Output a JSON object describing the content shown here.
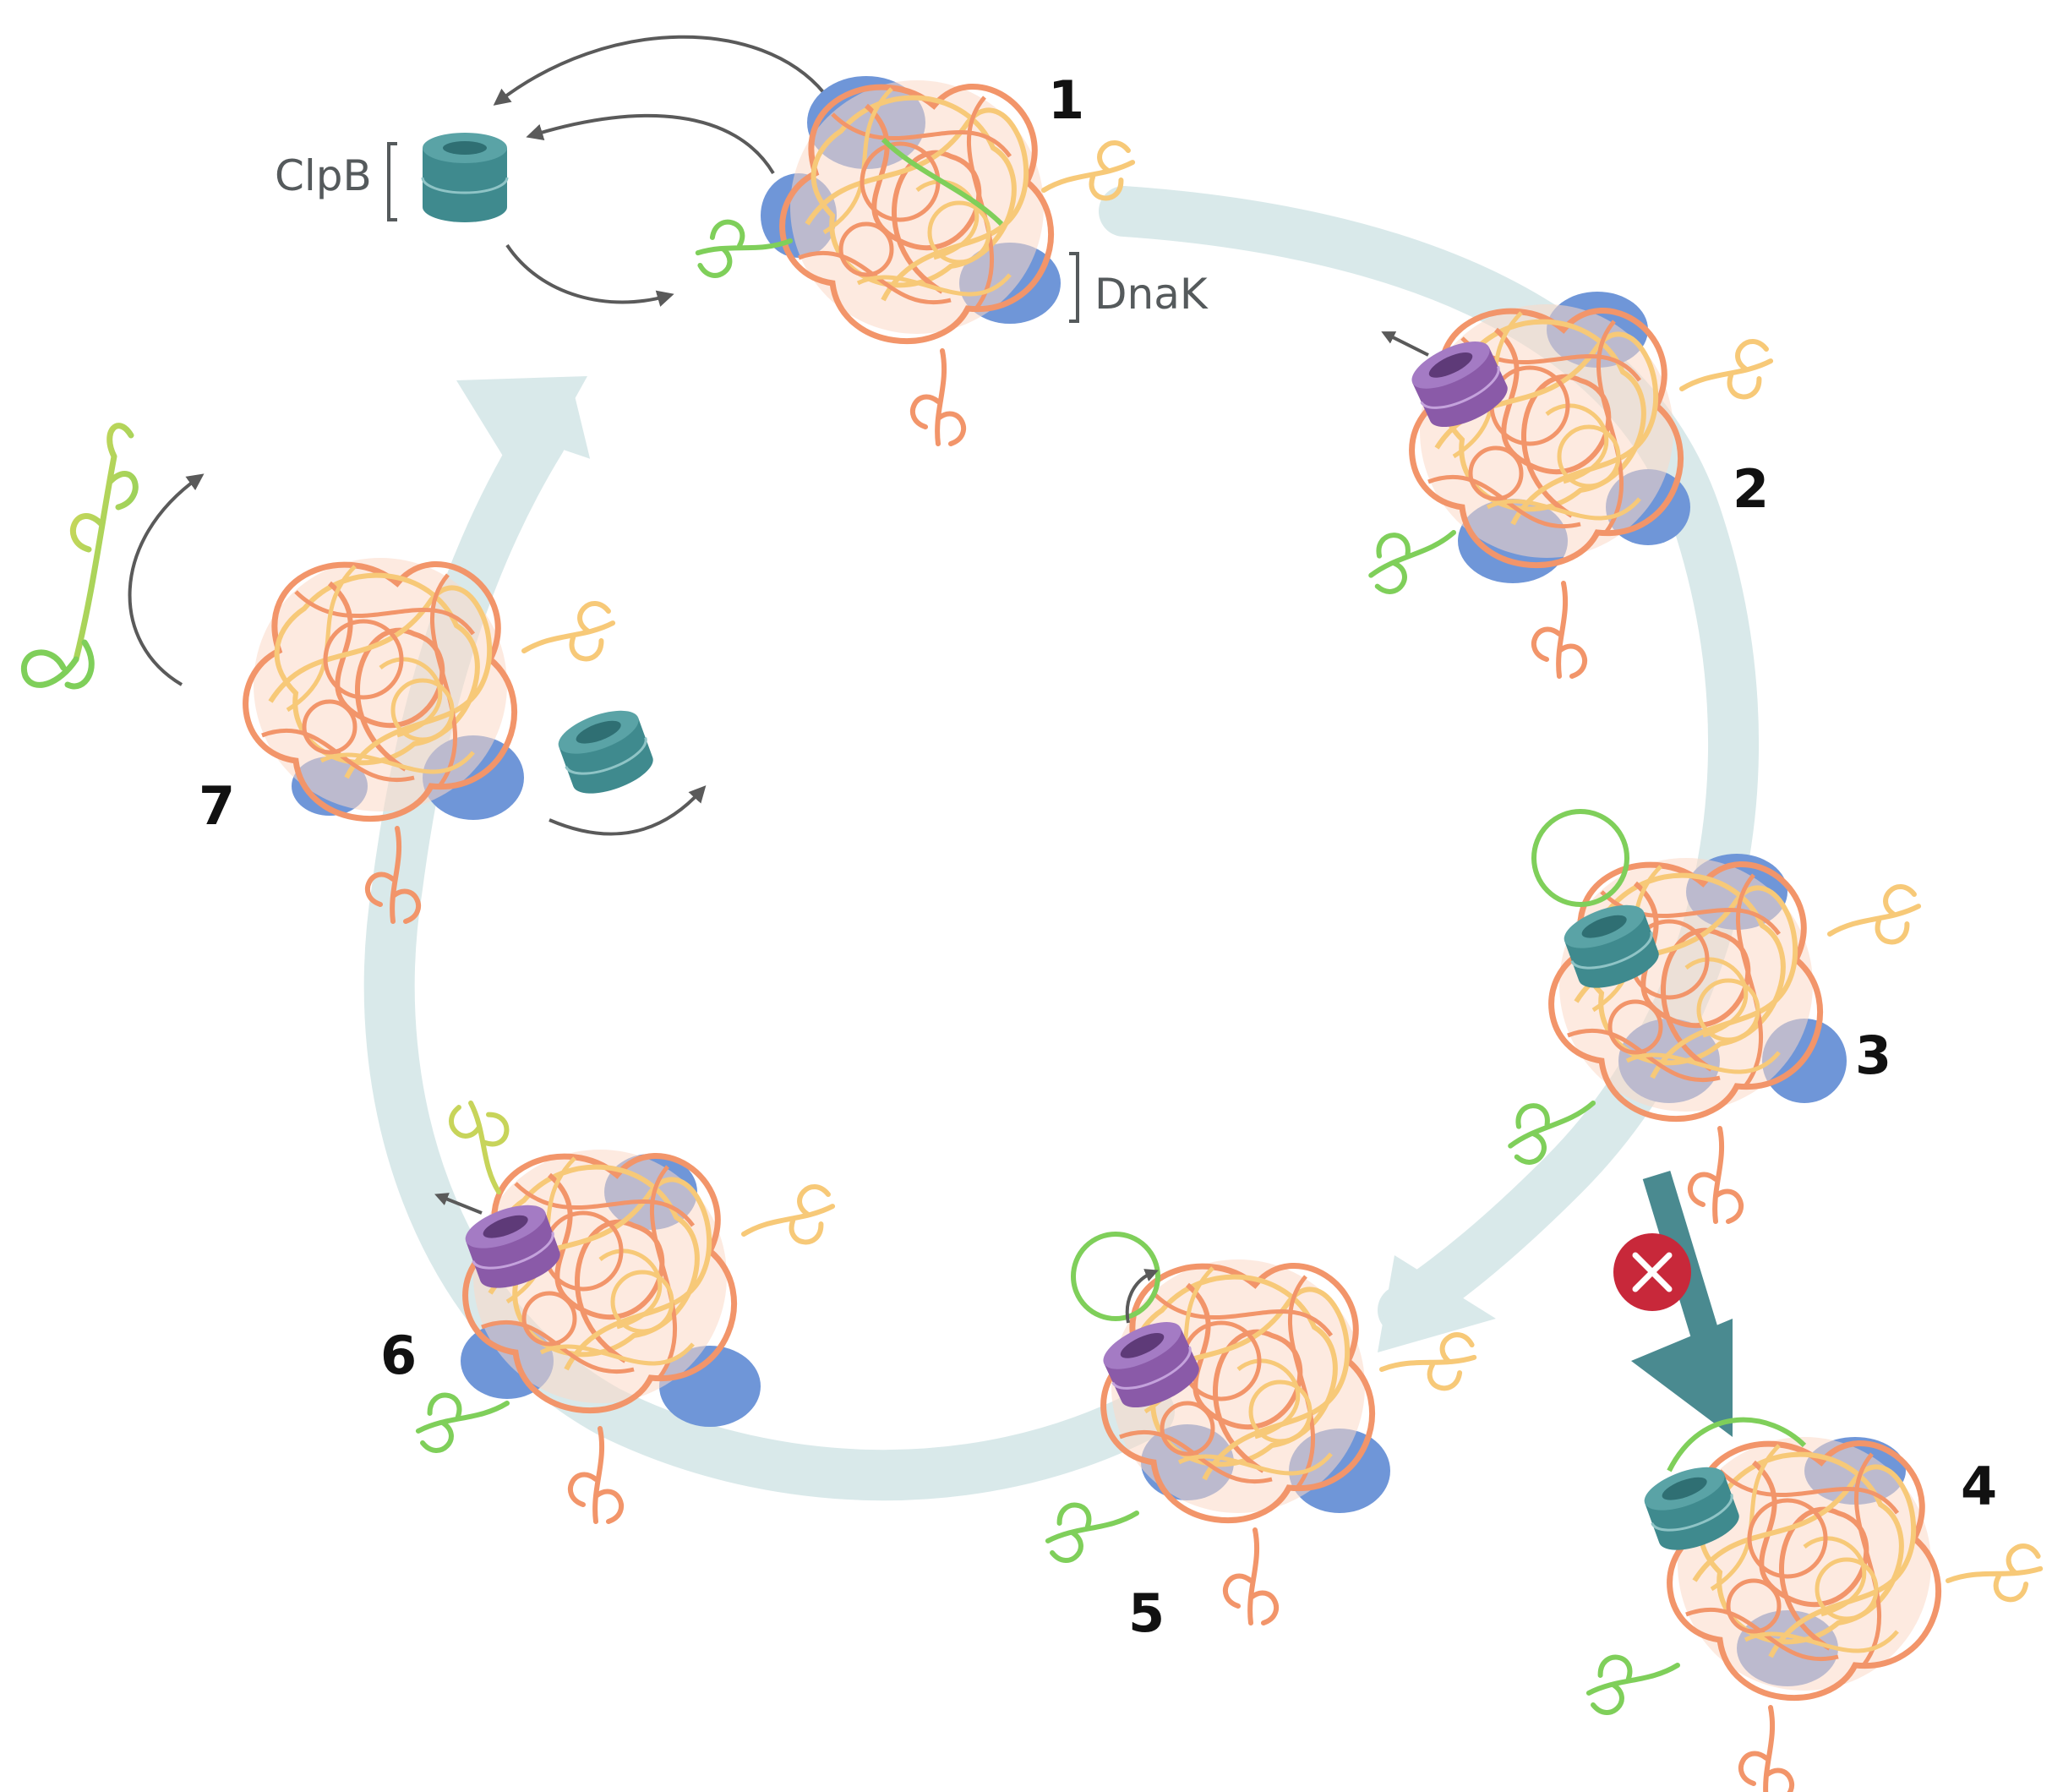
{
  "legend": {
    "clpb_label": "ClpB",
    "dnak_label": "DnaK"
  },
  "steps": [
    "1",
    "2",
    "3",
    "4",
    "5",
    "6",
    "7"
  ],
  "colors": {
    "cycle_arrow": "#d9e9ea",
    "blocked_arrow": "#4a8a90",
    "clpb_hexamer": "#3f8a8e",
    "clpb_engaged": "#9464b4",
    "dnak": "#6f96d8",
    "aggregate_orange": "#f2956a",
    "aggregate_yellow": "#f7c978",
    "released_chain": "#7fcf5a",
    "refolded_chain": "#c7d45a",
    "inhibit_marker": "#c8283a",
    "curved_arrow": "#5a5a5a"
  },
  "icons": {
    "inhibit_marker": "x-circle-icon",
    "clpb": "hexamer-ring-icon",
    "dnak": "chaperone-blob-icon"
  }
}
